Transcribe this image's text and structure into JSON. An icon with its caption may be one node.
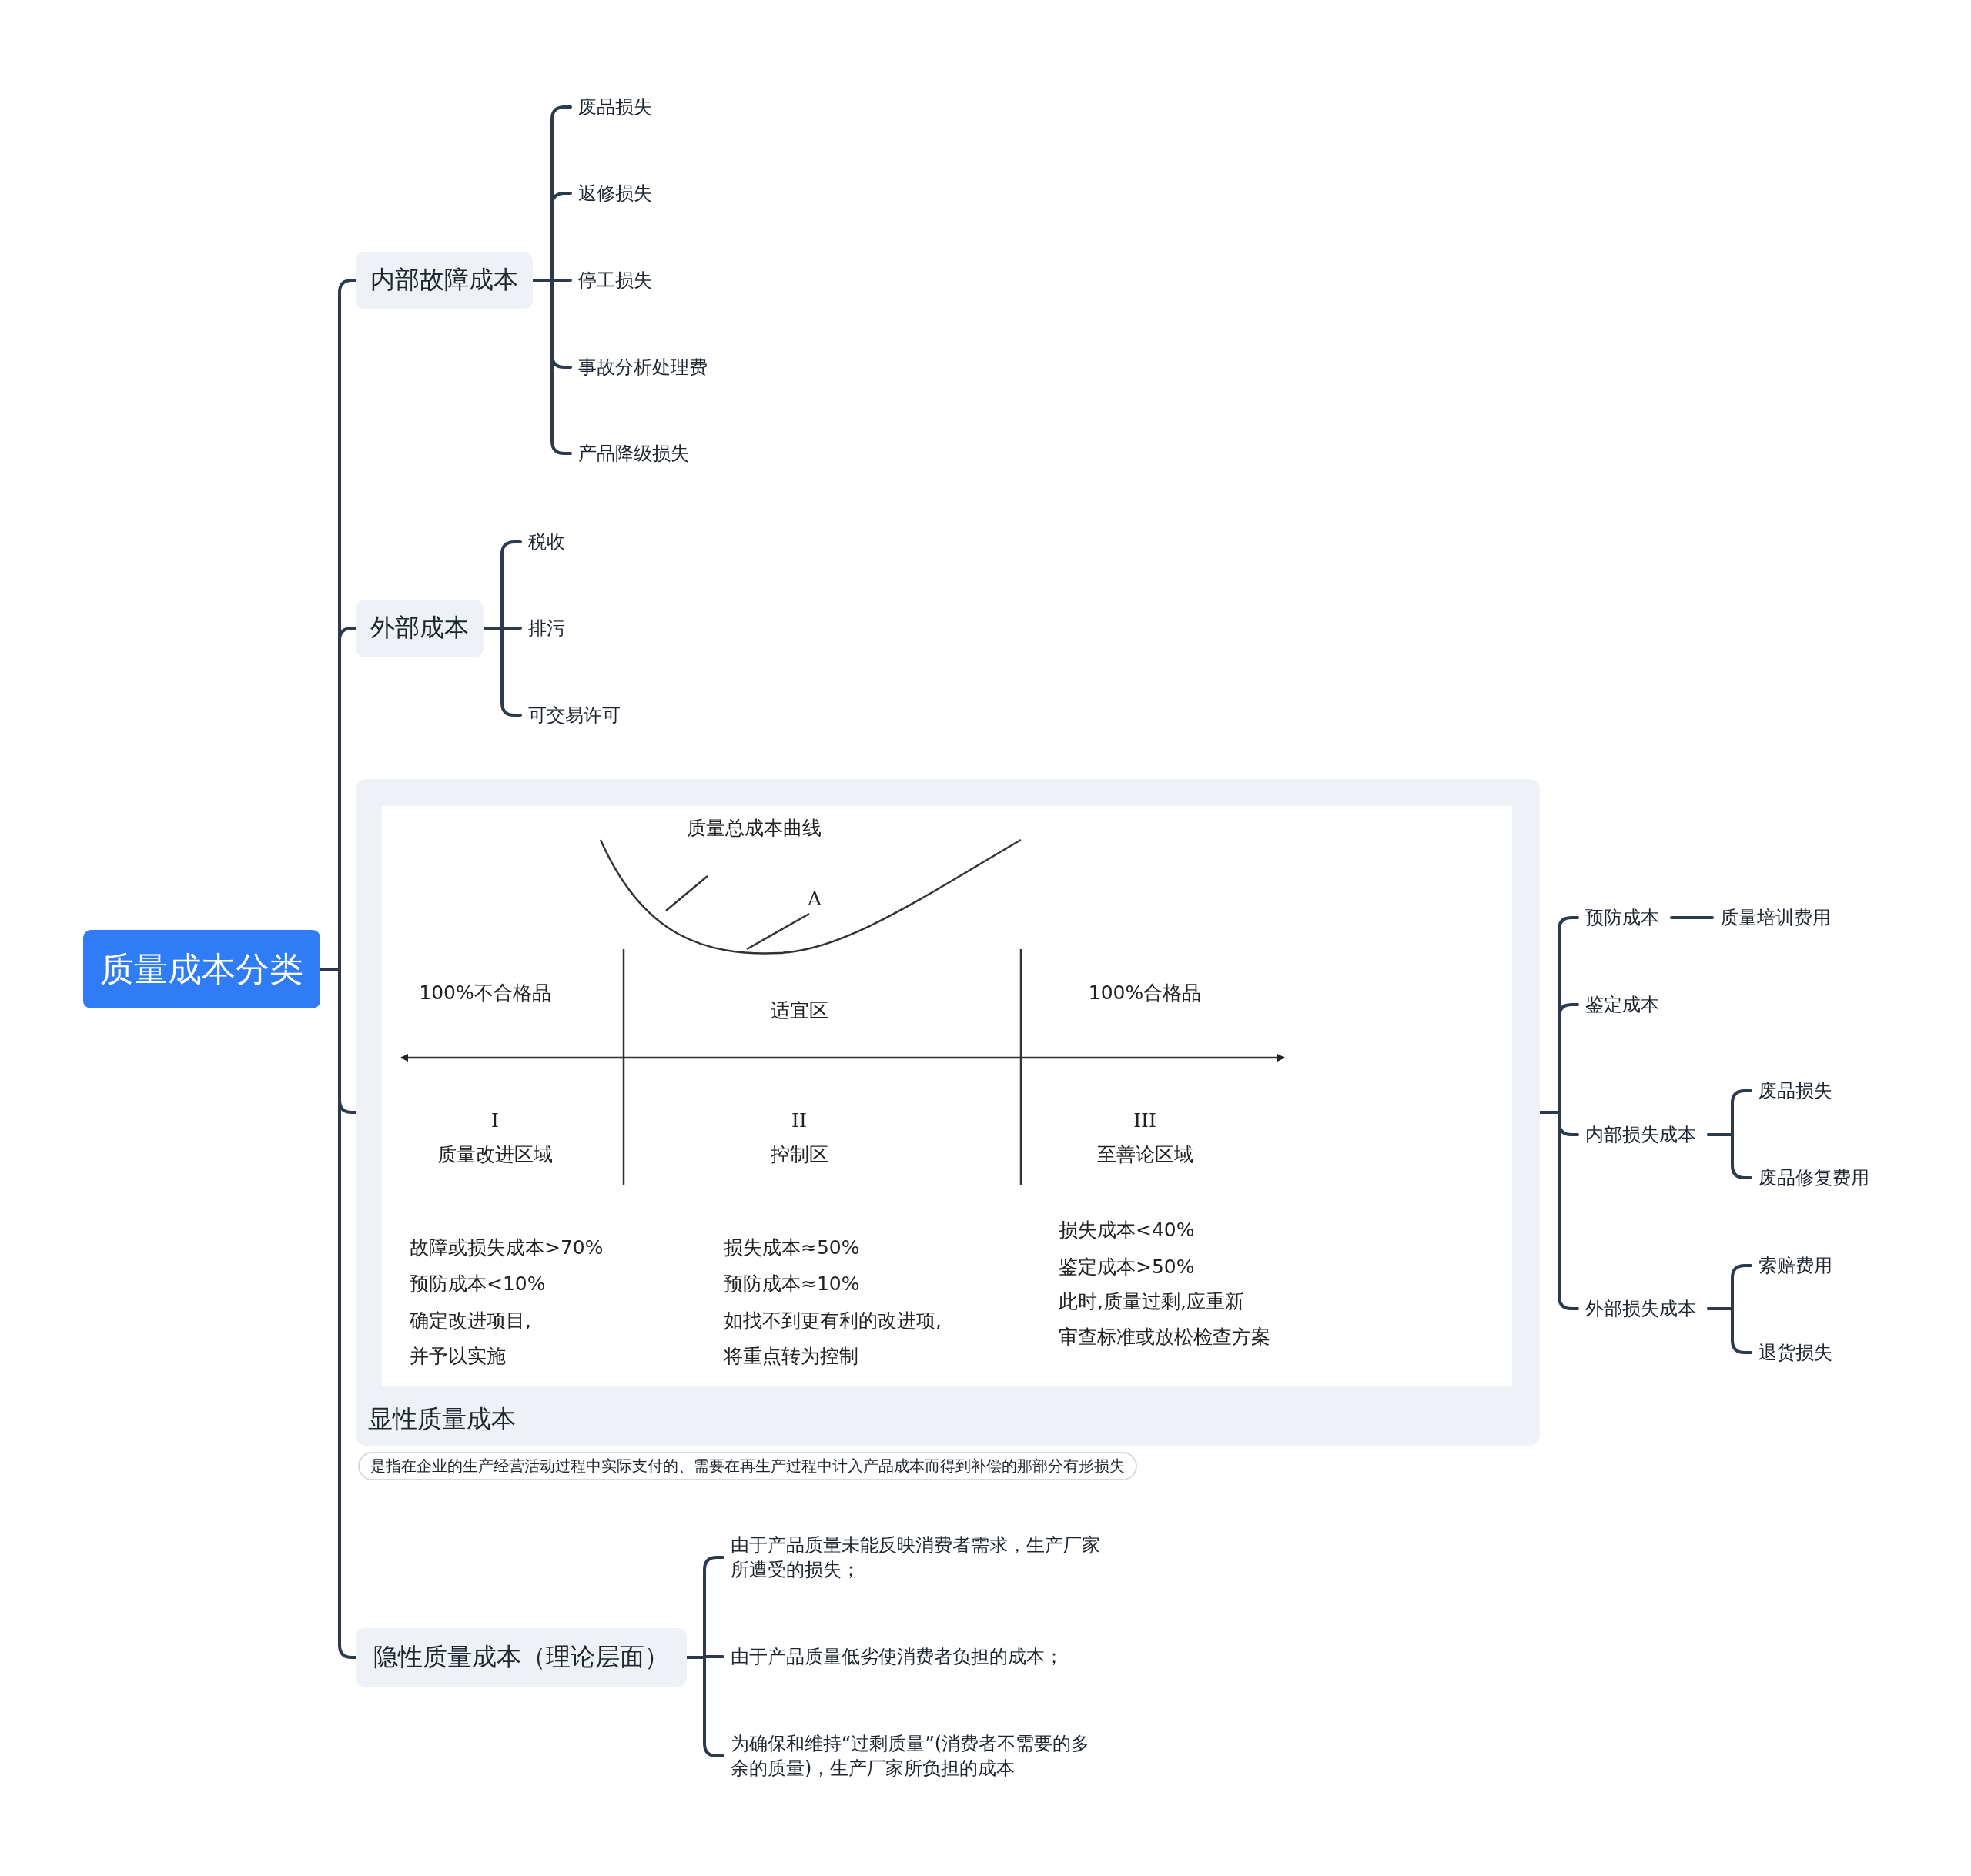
{
  "diagram": {
    "nodes": [
      {
        "text": [
          "质量成本分类"
        ]
      },
      {
        "text": [
          "内部故障成本"
        ]
      },
      {
        "text": [
          "废品损失"
        ]
      },
      {
        "text": [
          "返修损失"
        ]
      },
      {
        "text": [
          "停工损失"
        ]
      },
      {
        "text": [
          "事故分析处理费"
        ]
      },
      {
        "text": [
          "产品降级损失"
        ]
      },
      {
        "text": [
          "外部成本"
        ]
      },
      {
        "text": [
          "税收"
        ]
      },
      {
        "text": [
          "排污"
        ]
      },
      {
        "text": [
          "可交易许可"
        ]
      },
      {
        "text": [
          "显性质量成本"
        ],
        "beside": [
          "是指在企业的生产经营活动过程中实际支付的、需要在再生产过程中计入产品成本而得到补偿的那部分有形损失"
        ]
      },
      {
        "text": [
          "预防成本"
        ]
      },
      {
        "text": [
          "质量培训费用"
        ]
      },
      {
        "text": [
          "鉴定成本"
        ]
      },
      {
        "text": [
          "内部损失成本"
        ]
      },
      {
        "text": [
          "废品损失"
        ]
      },
      {
        "text": [
          "废品修复费用"
        ]
      },
      {
        "text": [
          "外部损失成本"
        ]
      },
      {
        "text": [
          "索赔费用"
        ]
      },
      {
        "text": [
          "退货损失"
        ]
      },
      {
        "text": [
          "隐性质量成本（理论层面）"
        ]
      },
      {
        "text": [
          "由于产品质量未能反映消费者需求，生产厂家所遭受的损失；"
        ]
      },
      {
        "text": [
          "由于产品质量低劣使消费者负担的成本；"
        ]
      },
      {
        "text": [
          "为确保和维持“过剩质量”(消费者不需要的多余的质量)，生产厂家所负担的成本"
        ]
      }
    ],
    "edges": [
      {
        "from": 0,
        "to": 1,
        "arrow": "none"
      },
      {
        "from": 0,
        "to": 7,
        "arrow": "none"
      },
      {
        "from": 0,
        "to": 11,
        "arrow": "none"
      },
      {
        "from": 0,
        "to": 21,
        "arrow": "none"
      },
      {
        "from": 1,
        "to": 2,
        "arrow": "none"
      },
      {
        "from": 1,
        "to": 3,
        "arrow": "none"
      },
      {
        "from": 1,
        "to": 4,
        "arrow": "none"
      },
      {
        "from": 1,
        "to": 5,
        "arrow": "none"
      },
      {
        "from": 1,
        "to": 6,
        "arrow": "none"
      },
      {
        "from": 7,
        "to": 8,
        "arrow": "none"
      },
      {
        "from": 7,
        "to": 9,
        "arrow": "none"
      },
      {
        "from": 7,
        "to": 10,
        "arrow": "none"
      },
      {
        "from": 11,
        "to": 12,
        "arrow": "none"
      },
      {
        "from": 11,
        "to": 14,
        "arrow": "none"
      },
      {
        "from": 11,
        "to": 15,
        "arrow": "none"
      },
      {
        "from": 11,
        "to": 18,
        "arrow": "none"
      },
      {
        "from": 12,
        "to": 13,
        "arrow": "none"
      },
      {
        "from": 15,
        "to": 16,
        "arrow": "none"
      },
      {
        "from": 15,
        "to": 17,
        "arrow": "none"
      },
      {
        "from": 18,
        "to": 19,
        "arrow": "none"
      },
      {
        "from": 18,
        "to": 20,
        "arrow": "none"
      },
      {
        "from": 21,
        "to": 22,
        "arrow": "none"
      },
      {
        "from": 21,
        "to": 23,
        "arrow": "none"
      },
      {
        "from": 21,
        "to": 24,
        "arrow": "none"
      }
    ],
    "labels": [
      "质量总成本曲线",
      "A",
      "100%不合格品",
      "适宜区",
      "100%合格品",
      "I",
      "质量改进区域",
      "II",
      "控制区",
      "III",
      "至善论区域",
      "故障或损失成本>70%",
      "预防成本<10%",
      "确定改进项目,",
      "并予以实施",
      "损失成本≈50%",
      "预防成本≈10%",
      "如找不到更有利的改进项,",
      "将重点转为控制",
      "损失成本<40%",
      "鉴定成本>50%",
      "此时,质量过剩,应重新",
      "审查标准或放松检查方案"
    ]
  }
}
